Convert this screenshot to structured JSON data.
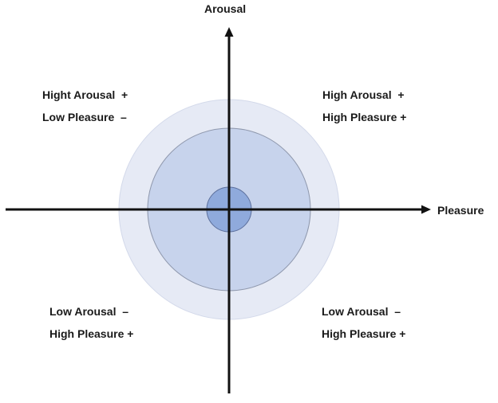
{
  "axes": {
    "vertical_label": "Arousal",
    "horizontal_label": "Pleasure"
  },
  "quadrants": {
    "top_left": {
      "line1": "Hight Arousal  +",
      "line2": "Low Pleasure  –"
    },
    "top_right": {
      "line1": "High Arousal  +",
      "line2": "High Pleasure +"
    },
    "bottom_left": {
      "line1": "Low Arousal  –",
      "line2": "High Pleasure +"
    },
    "bottom_right": {
      "line1": "Low Arousal  –",
      "line2": "High Pleasure +"
    }
  },
  "colors": {
    "outer_circle": "#e6eaf5",
    "middle_circle": "#c7d3ec",
    "inner_circle": "#8faadc",
    "axis": "#111111"
  }
}
